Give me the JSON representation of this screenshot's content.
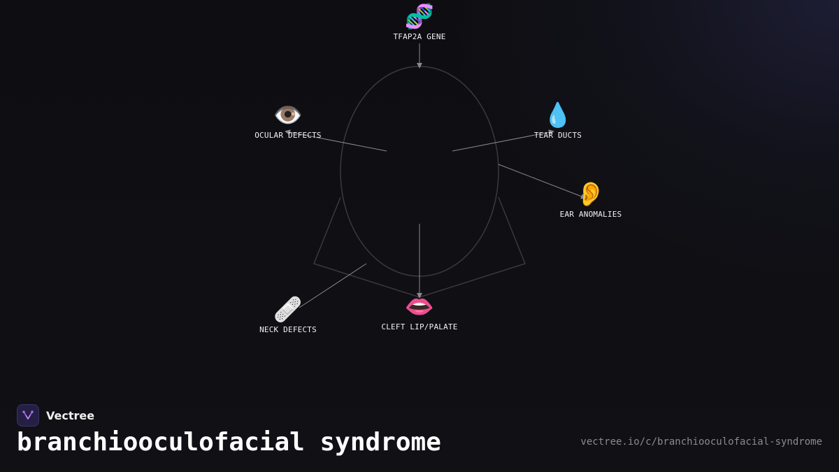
{
  "diagram": {
    "center": "",
    "nodes": [
      {
        "id": "tfap2a",
        "label": "TFAP2A GENE",
        "icon": "dna-icon",
        "emoji": "🧬"
      },
      {
        "id": "ocular",
        "label": "OCULAR DEFECTS",
        "icon": "eye-icon",
        "emoji": "👁️"
      },
      {
        "id": "tear",
        "label": "TEAR DUCTS",
        "icon": "droplet-icon",
        "emoji": "💧"
      },
      {
        "id": "ear",
        "label": "EAR ANOMALIES",
        "icon": "ear-icon",
        "emoji": "👂"
      },
      {
        "id": "neck",
        "label": "NECK DEFECTS",
        "icon": "bandage-icon",
        "emoji": "🩹"
      },
      {
        "id": "cleft",
        "label": "CLEFT LIP/PALATE",
        "icon": "mouth-icon",
        "emoji": "👄"
      }
    ],
    "colors": {
      "outline": "#3a3a3e",
      "connector": "#8a8a8a",
      "background": "#0e0e12"
    }
  },
  "brand": {
    "name": "Vectree",
    "logo_icon": "vectree-logo-icon",
    "logo_color": "#9b5de5"
  },
  "title": "branchiooculofacial syndrome",
  "url": "vectree.io/c/branchiooculofacial-syndrome"
}
